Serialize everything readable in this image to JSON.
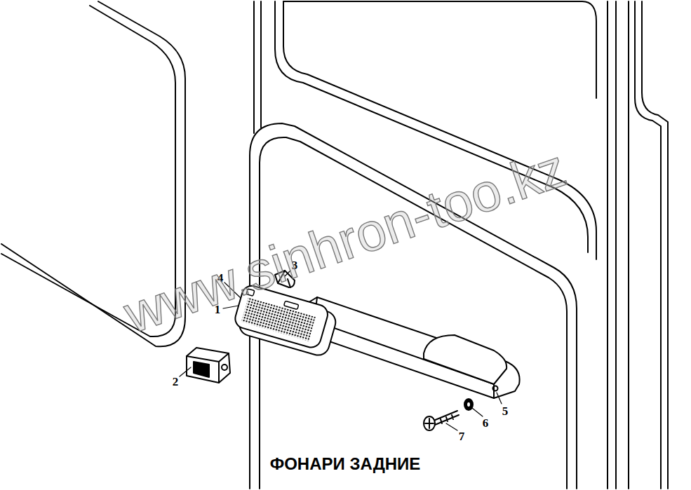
{
  "diagram": {
    "title": "ФОНАРИ ЗАДНИЕ",
    "labels": [
      "3",
      "4",
      "1",
      "2",
      "5",
      "6",
      "7",
      "www.sinhron-too.kz"
    ]
  }
}
